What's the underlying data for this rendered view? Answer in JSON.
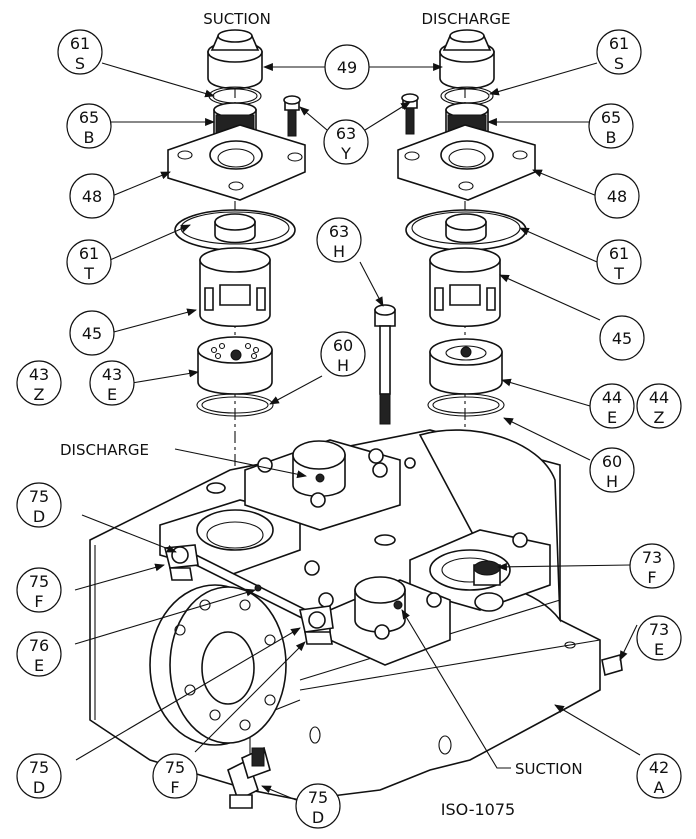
{
  "top_labels": {
    "suction": "SUCTION",
    "discharge": "DISCHARGE"
  },
  "port_labels": {
    "discharge": "DISCHARGE",
    "suction": "SUCTION"
  },
  "drawing_number": "ISO-1075",
  "callouts": [
    {
      "id": "c61s_l",
      "lines": [
        "61",
        "S"
      ]
    },
    {
      "id": "c49",
      "lines": [
        "49"
      ]
    },
    {
      "id": "c61s_r",
      "lines": [
        "61",
        "S"
      ]
    },
    {
      "id": "c65b_l",
      "lines": [
        "65",
        "B"
      ]
    },
    {
      "id": "c63y",
      "lines": [
        "63",
        "Y"
      ]
    },
    {
      "id": "c65b_r",
      "lines": [
        "65",
        "B"
      ]
    },
    {
      "id": "c48_l",
      "lines": [
        "48"
      ]
    },
    {
      "id": "c48_r",
      "lines": [
        "48"
      ]
    },
    {
      "id": "c63h",
      "lines": [
        "63",
        "H"
      ]
    },
    {
      "id": "c61t_l",
      "lines": [
        "61",
        "T"
      ]
    },
    {
      "id": "c61t_r",
      "lines": [
        "61",
        "T"
      ]
    },
    {
      "id": "c45_l",
      "lines": [
        "45"
      ]
    },
    {
      "id": "c45_r",
      "lines": [
        "45"
      ]
    },
    {
      "id": "c60h_top",
      "lines": [
        "60",
        "H"
      ]
    },
    {
      "id": "c43z",
      "lines": [
        "43",
        "Z"
      ]
    },
    {
      "id": "c43e",
      "lines": [
        "43",
        "E"
      ]
    },
    {
      "id": "c44e",
      "lines": [
        "44",
        "E"
      ]
    },
    {
      "id": "c44z",
      "lines": [
        "44",
        "Z"
      ]
    },
    {
      "id": "c60h_r",
      "lines": [
        "60",
        "H"
      ]
    },
    {
      "id": "c75d_top",
      "lines": [
        "75",
        "D"
      ]
    },
    {
      "id": "c73f",
      "lines": [
        "73",
        "F"
      ]
    },
    {
      "id": "c75f_l",
      "lines": [
        "75",
        "F"
      ]
    },
    {
      "id": "c73e",
      "lines": [
        "73",
        "E"
      ]
    },
    {
      "id": "c76e",
      "lines": [
        "76",
        "E"
      ]
    },
    {
      "id": "c75d_mid",
      "lines": [
        "75",
        "D"
      ]
    },
    {
      "id": "c75f_bot",
      "lines": [
        "75",
        "F"
      ]
    },
    {
      "id": "c42a",
      "lines": [
        "42",
        "A"
      ]
    },
    {
      "id": "c75d_bot",
      "lines": [
        "75",
        "D"
      ]
    }
  ]
}
